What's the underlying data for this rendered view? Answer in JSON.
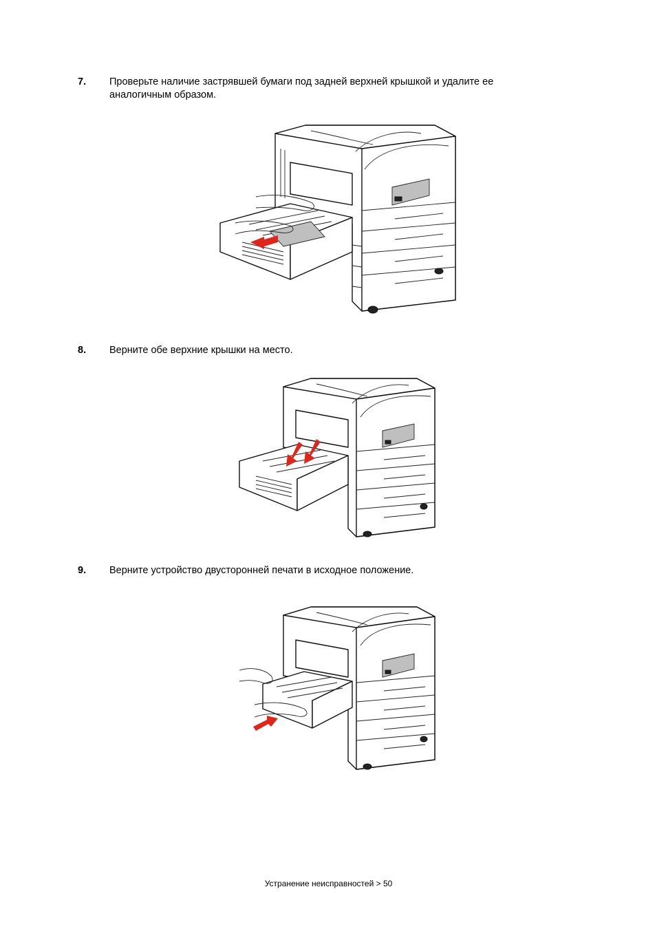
{
  "steps": [
    {
      "number": "7.",
      "text": "Проверьте наличие застрявшей бумаги под задней верхней крышкой и удалите ее аналогичным образом."
    },
    {
      "number": "8.",
      "text": "Верните обе верхние крышки на место."
    },
    {
      "number": "9.",
      "text": "Верните устройство двусторонней печати в исходное положение."
    }
  ],
  "footer": {
    "text": "Устранение неисправностей > 50"
  },
  "colors": {
    "arrow": "#e0261b",
    "text": "#000000",
    "background": "#ffffff"
  }
}
